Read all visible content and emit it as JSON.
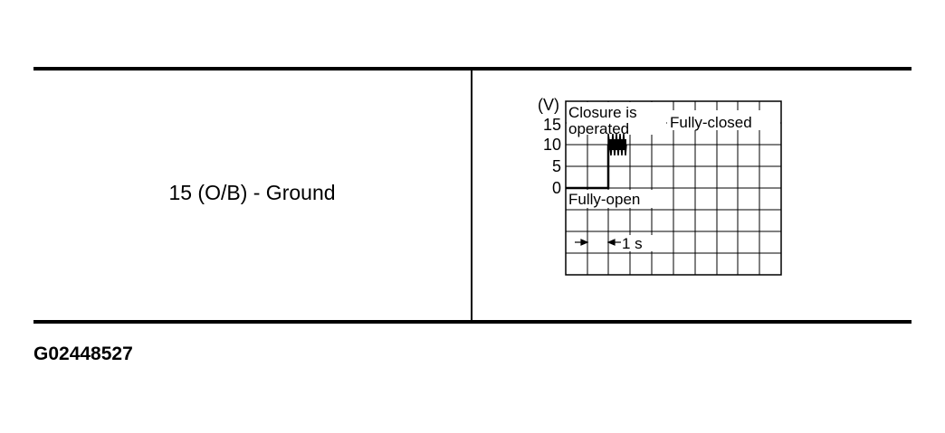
{
  "table": {
    "terminal": "15 (O/B) - Ground"
  },
  "figure_id": "G02448527",
  "scope": {
    "unit_label": "(V)",
    "y_ticks": [
      "15",
      "10",
      "5",
      "0"
    ],
    "annotations": {
      "closure_line1": "Closure is",
      "closure_line2": "operated",
      "fully_closed": "Fully-closed",
      "fully_open": "Fully-open",
      "time_scale": "1 s"
    }
  }
}
